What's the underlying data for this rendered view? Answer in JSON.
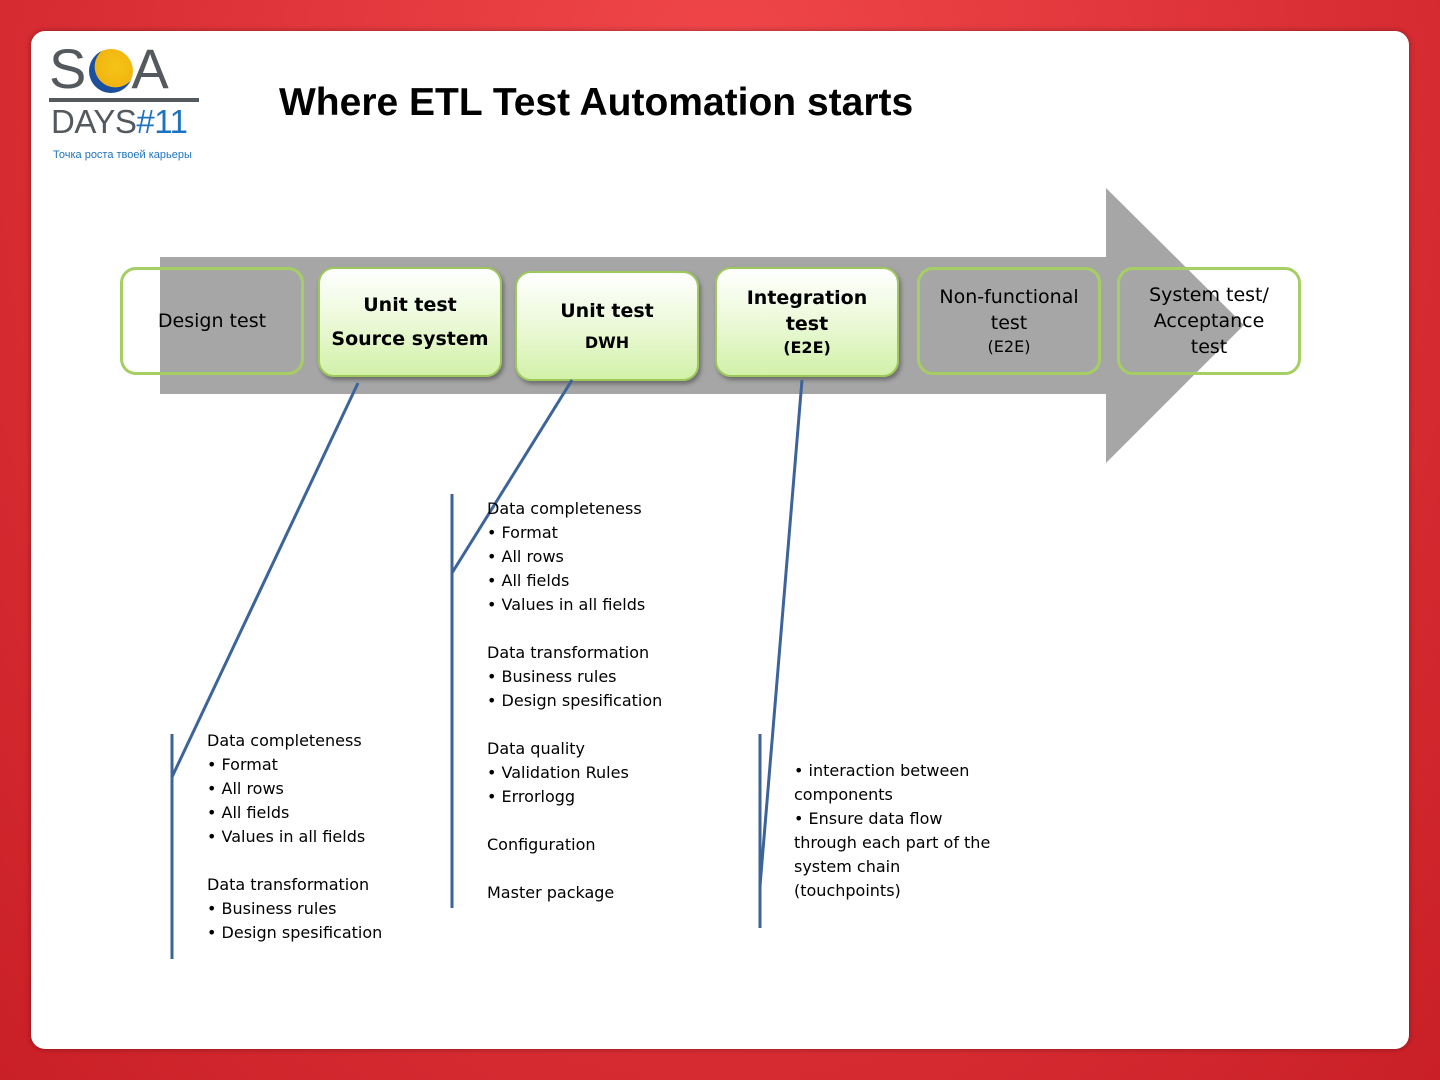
{
  "logo": {
    "word_left": "S",
    "word_right": "A",
    "days": "DAYS",
    "days_number": "#11",
    "tagline": "Точка роста твоей карьеры"
  },
  "title": "Where ETL Test Automation starts",
  "colors": {
    "frame": "#e0353a",
    "arrow": "#a6a6a6",
    "stage_border": "#a5cf64",
    "connector": "#3d6499"
  },
  "stages": [
    {
      "line1": "Design test",
      "line2": "",
      "line3": "",
      "style": "outline"
    },
    {
      "line1": "Unit test",
      "line2": "Source system",
      "line3": "",
      "style": "filled"
    },
    {
      "line1": "Unit test",
      "line2": "DWH",
      "line3": "",
      "style": "filled"
    },
    {
      "line1": "Integration",
      "line2": "test",
      "line3": "(E2E)",
      "style": "filled"
    },
    {
      "line1": "Non-functional",
      "line2": "test",
      "line3": "(E2E)",
      "style": "outline"
    },
    {
      "line1": "System test/",
      "line2": "Acceptance",
      "line3": "test",
      "style": "outline"
    }
  ],
  "notes": {
    "source_system": [
      "Data completeness",
      "• Format",
      "• All rows",
      "• All fields",
      "• Values in all fields",
      "",
      "Data transformation",
      "• Business rules",
      "• Design spesification"
    ],
    "dwh": [
      "Data completeness",
      "• Format",
      "• All rows",
      "• All fields",
      "• Values in all fields",
      "",
      "Data transformation",
      "• Business rules",
      "• Design spesification",
      "",
      "Data quality",
      "• Validation Rules",
      "• Errorlogg",
      "",
      "Configuration",
      "",
      "Master package"
    ],
    "integration": [
      "• interaction between",
      "components",
      "• Ensure data flow",
      "through each part of the",
      "system chain",
      "(touchpoints)"
    ]
  }
}
